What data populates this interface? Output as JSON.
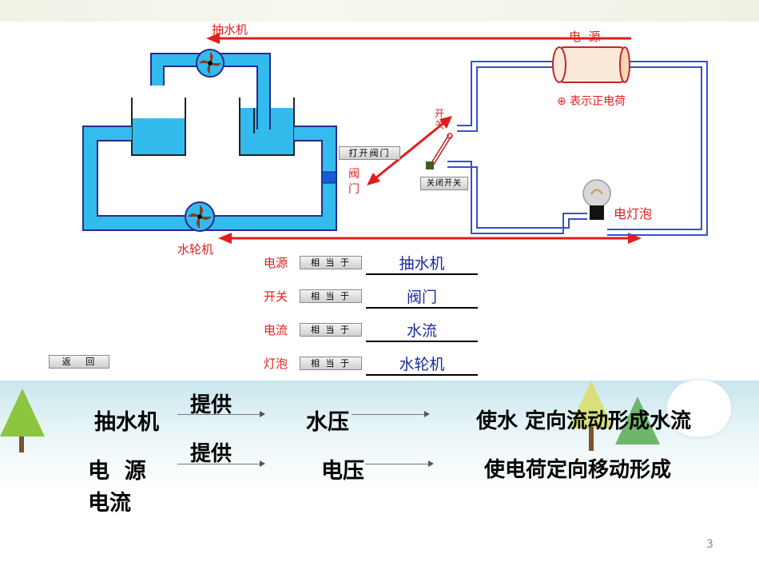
{
  "diagram": {
    "pump_label": "抽水机",
    "power_label": "电  源",
    "turbine_label": "水轮机",
    "valve_label_top": "阀",
    "valve_label_bottom": "门",
    "switch_label_top": "开",
    "switch_label_bottom": "关",
    "positive_charge_label": "⊕ 表示正电荷",
    "bulb_label": "电灯泡",
    "open_valve_button": "打开阀门",
    "close_switch_button": "关闭开关"
  },
  "analogy": {
    "rows": [
      {
        "term": "电源",
        "button": "相 当 于",
        "answer": "抽水机"
      },
      {
        "term": "开关",
        "button": "相 当 于",
        "answer": "阀门"
      },
      {
        "term": "电流",
        "button": "相 当 于",
        "answer": "水流"
      },
      {
        "term": "灯泡",
        "button": "相 当 于",
        "answer": "水轮机"
      }
    ],
    "back_button": "返   回"
  },
  "summary": {
    "row1": {
      "subject": "抽水机",
      "verb": "提供",
      "object": "水压",
      "result": "使水 定向流动形成水流"
    },
    "row2": {
      "subject_a": "电  源",
      "subject_b": "电流",
      "verb": "提供",
      "object": "电压",
      "result": "使电荷定向移动形成"
    }
  },
  "slide_number": "3",
  "colors": {
    "water": "#33bbee",
    "pipe_stroke": "#2a2a8c",
    "red": "#e31c1c",
    "blue_text": "#1a2a9c",
    "wire": "#3a4fc9"
  }
}
